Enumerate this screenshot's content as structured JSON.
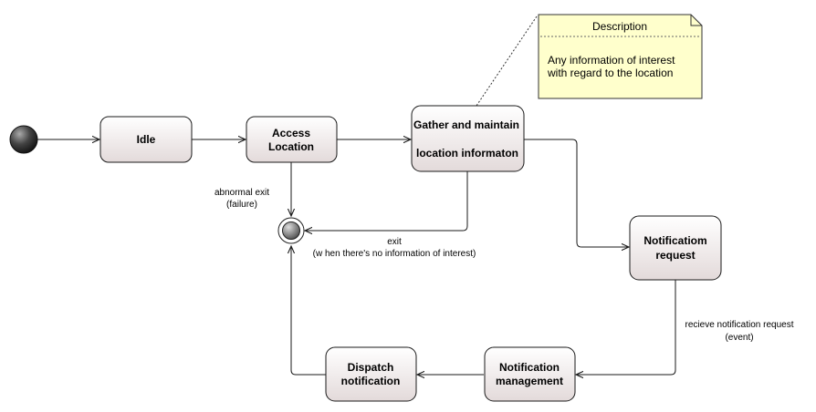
{
  "states": {
    "idle": {
      "label": "Idle"
    },
    "access_location": {
      "line1": "Access",
      "line2": "Location"
    },
    "gather_info": {
      "line1": "Gather and maintain",
      "line2": "location informaton"
    },
    "notification_request": {
      "line1": "Notificatiom",
      "line2": "request"
    },
    "notification_management": {
      "line1": "Notification",
      "line2": "management"
    },
    "dispatch_notification": {
      "line1": "Dispatch",
      "line2": "notification"
    }
  },
  "transitions": {
    "abnormal_exit": {
      "line1": "abnormal exit",
      "line2": "(failure)"
    },
    "exit": {
      "line1": "exit",
      "line2": "(w hen there's no information of interest)"
    },
    "receive_request": {
      "line1": "recieve notification request",
      "line2": "(event)"
    }
  },
  "note": {
    "title": "Description",
    "line1": "Any information of interest",
    "line2": "with regard to the location"
  },
  "colors": {
    "state_fill_top": "#ffffff",
    "state_fill_bottom": "#e6dede",
    "note_fill": "#ffffcc",
    "line": "#1a1a1a"
  }
}
